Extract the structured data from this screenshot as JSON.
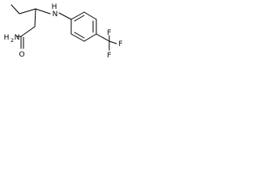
{
  "structure": {
    "atoms": {
      "amine_n": "N",
      "amine_h": "H",
      "amide_n": "N",
      "amide_h": "H",
      "amide_h_count": "2",
      "carbonyl_o": "O",
      "fluorine_top": "F",
      "fluorine_right": "F",
      "fluorine_bottom": "F"
    }
  }
}
